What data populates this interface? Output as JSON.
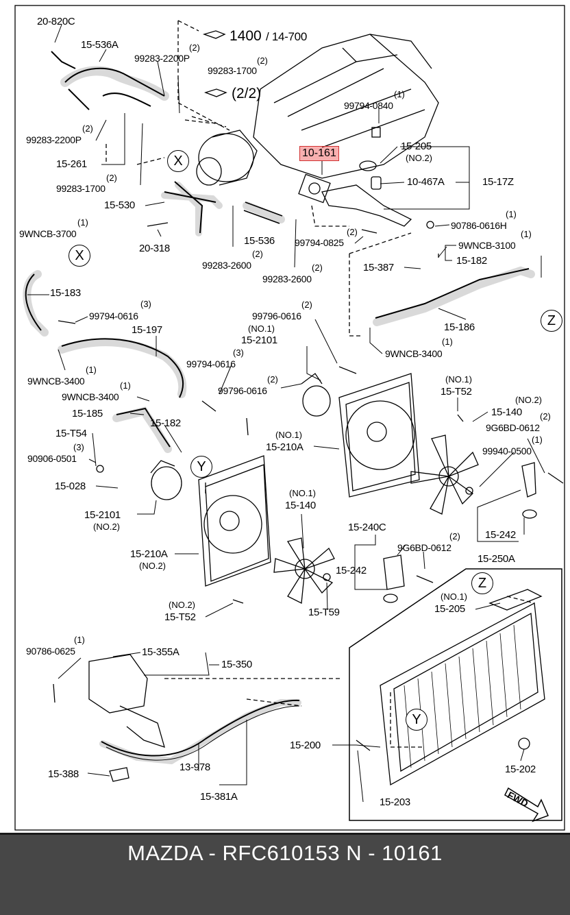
{
  "footer": {
    "caption": "MAZDA - RFC610153    N - 10161"
  },
  "highlight": {
    "label": "10-161"
  },
  "refs": {
    "big_1400": "1400",
    "big_14700": "/ 14-700",
    "big_22": "(2/2)"
  },
  "circles": {
    "x1": "X",
    "x2": "X",
    "y1": "Y",
    "y2": "Y",
    "z1": "Z",
    "z2": "Z"
  },
  "fwd": "FWD",
  "labels": {
    "l20820c": "20-820C",
    "l15536a": "15-536A",
    "l992832200p_a": "99283-2200P",
    "q_a": "(2)",
    "l992831700_a": "99283-1700",
    "q_b": "(2)",
    "l992832200p_b": "99283-2200P",
    "q_c": "(2)",
    "l15261": "15-261",
    "l992831700_b": "99283-1700",
    "q_d": "(2)",
    "l15530": "15-530",
    "l20318": "20-318",
    "l15536": "15-536",
    "l992832600_a": "99283-2600",
    "q_e": "(2)",
    "l992832600_b": "99283-2600",
    "q_f": "(2)",
    "l997940825": "99794-0825",
    "q_g": "(2)",
    "l997940840": "99794-0840",
    "q_h": "(1)",
    "l15205": "15-205",
    "no2_a": "(NO.2)",
    "l10467a": "10-467A",
    "l1517z": "15-17Z",
    "l90786": "90786-0616H",
    "q_i": "(1)",
    "l9wncb3100": "9WNCB-3100",
    "q_j": "(1)",
    "l15182_a": "15-182",
    "l15387": "15-387",
    "l15186": "15-186",
    "l9wncb3400_a": "9WNCB-3400",
    "q_k": "(1)",
    "l9wncb3700": "9WNCB-3700",
    "q_l": "(1)",
    "l15183": "15-183",
    "l997940616_a": "99794-0616",
    "q_m": "(3)",
    "l15197": "15-197",
    "l9wncb3400_b": "9WNCB-3400",
    "q_n": "(1)",
    "l997960616_a": "99796-0616",
    "q_o": "(2)",
    "l152101_a": "15-2101",
    "no1_a": "(NO.1)",
    "l997940616_b": "99794-0616",
    "q_p": "(3)",
    "l997960616_b": "99796-0616",
    "q_q": "(2)",
    "l9wncb3400_c": "9WNCB-3400",
    "q_r": "(1)",
    "l15185": "15-185",
    "l15182_b": "15-182",
    "l15t54": "15-T54",
    "l909060501": "90906-0501",
    "q_s": "(3)",
    "l15028": "15-028",
    "l152101_b": "15-2101",
    "no2_b": "(NO.2)",
    "no1_b": "(NO.1)",
    "l15210a_a": "15-210A",
    "no1_c": "(NO.1)",
    "l15t52_a": "15-T52",
    "no2_c": "(NO.2)",
    "l15140_a": "15-140",
    "l9g6bd0612_a": "9G6BD-0612",
    "q_t": "(2)",
    "l999400500": "99940-0500",
    "q_u": "(1)",
    "no1_d": "(NO.1)",
    "l15140_b": "15-140",
    "l15240c": "15-240C",
    "l9g6bd0612_b": "9G6BD-0612",
    "q_v": "(2)",
    "l15242_a": "15-242",
    "l15242_b": "15-242",
    "l15250a": "15-250A",
    "l15210a_b": "15-210A",
    "no2_d": "(NO.2)",
    "no2_e": "(NO.2)",
    "l15t52_b": "15-T52",
    "l15t59": "15-T59",
    "no1_e": "(NO.1)",
    "l15205_b": "15-205",
    "l907860625": "90786-0625",
    "q_w": "(1)",
    "l15355a": "15-355A",
    "l15350": "15-350",
    "l15200": "15-200",
    "l15202": "15-202",
    "l15203": "15-203",
    "l15388": "15-388",
    "l13978": "13-978",
    "l15381a": "15-381A"
  }
}
